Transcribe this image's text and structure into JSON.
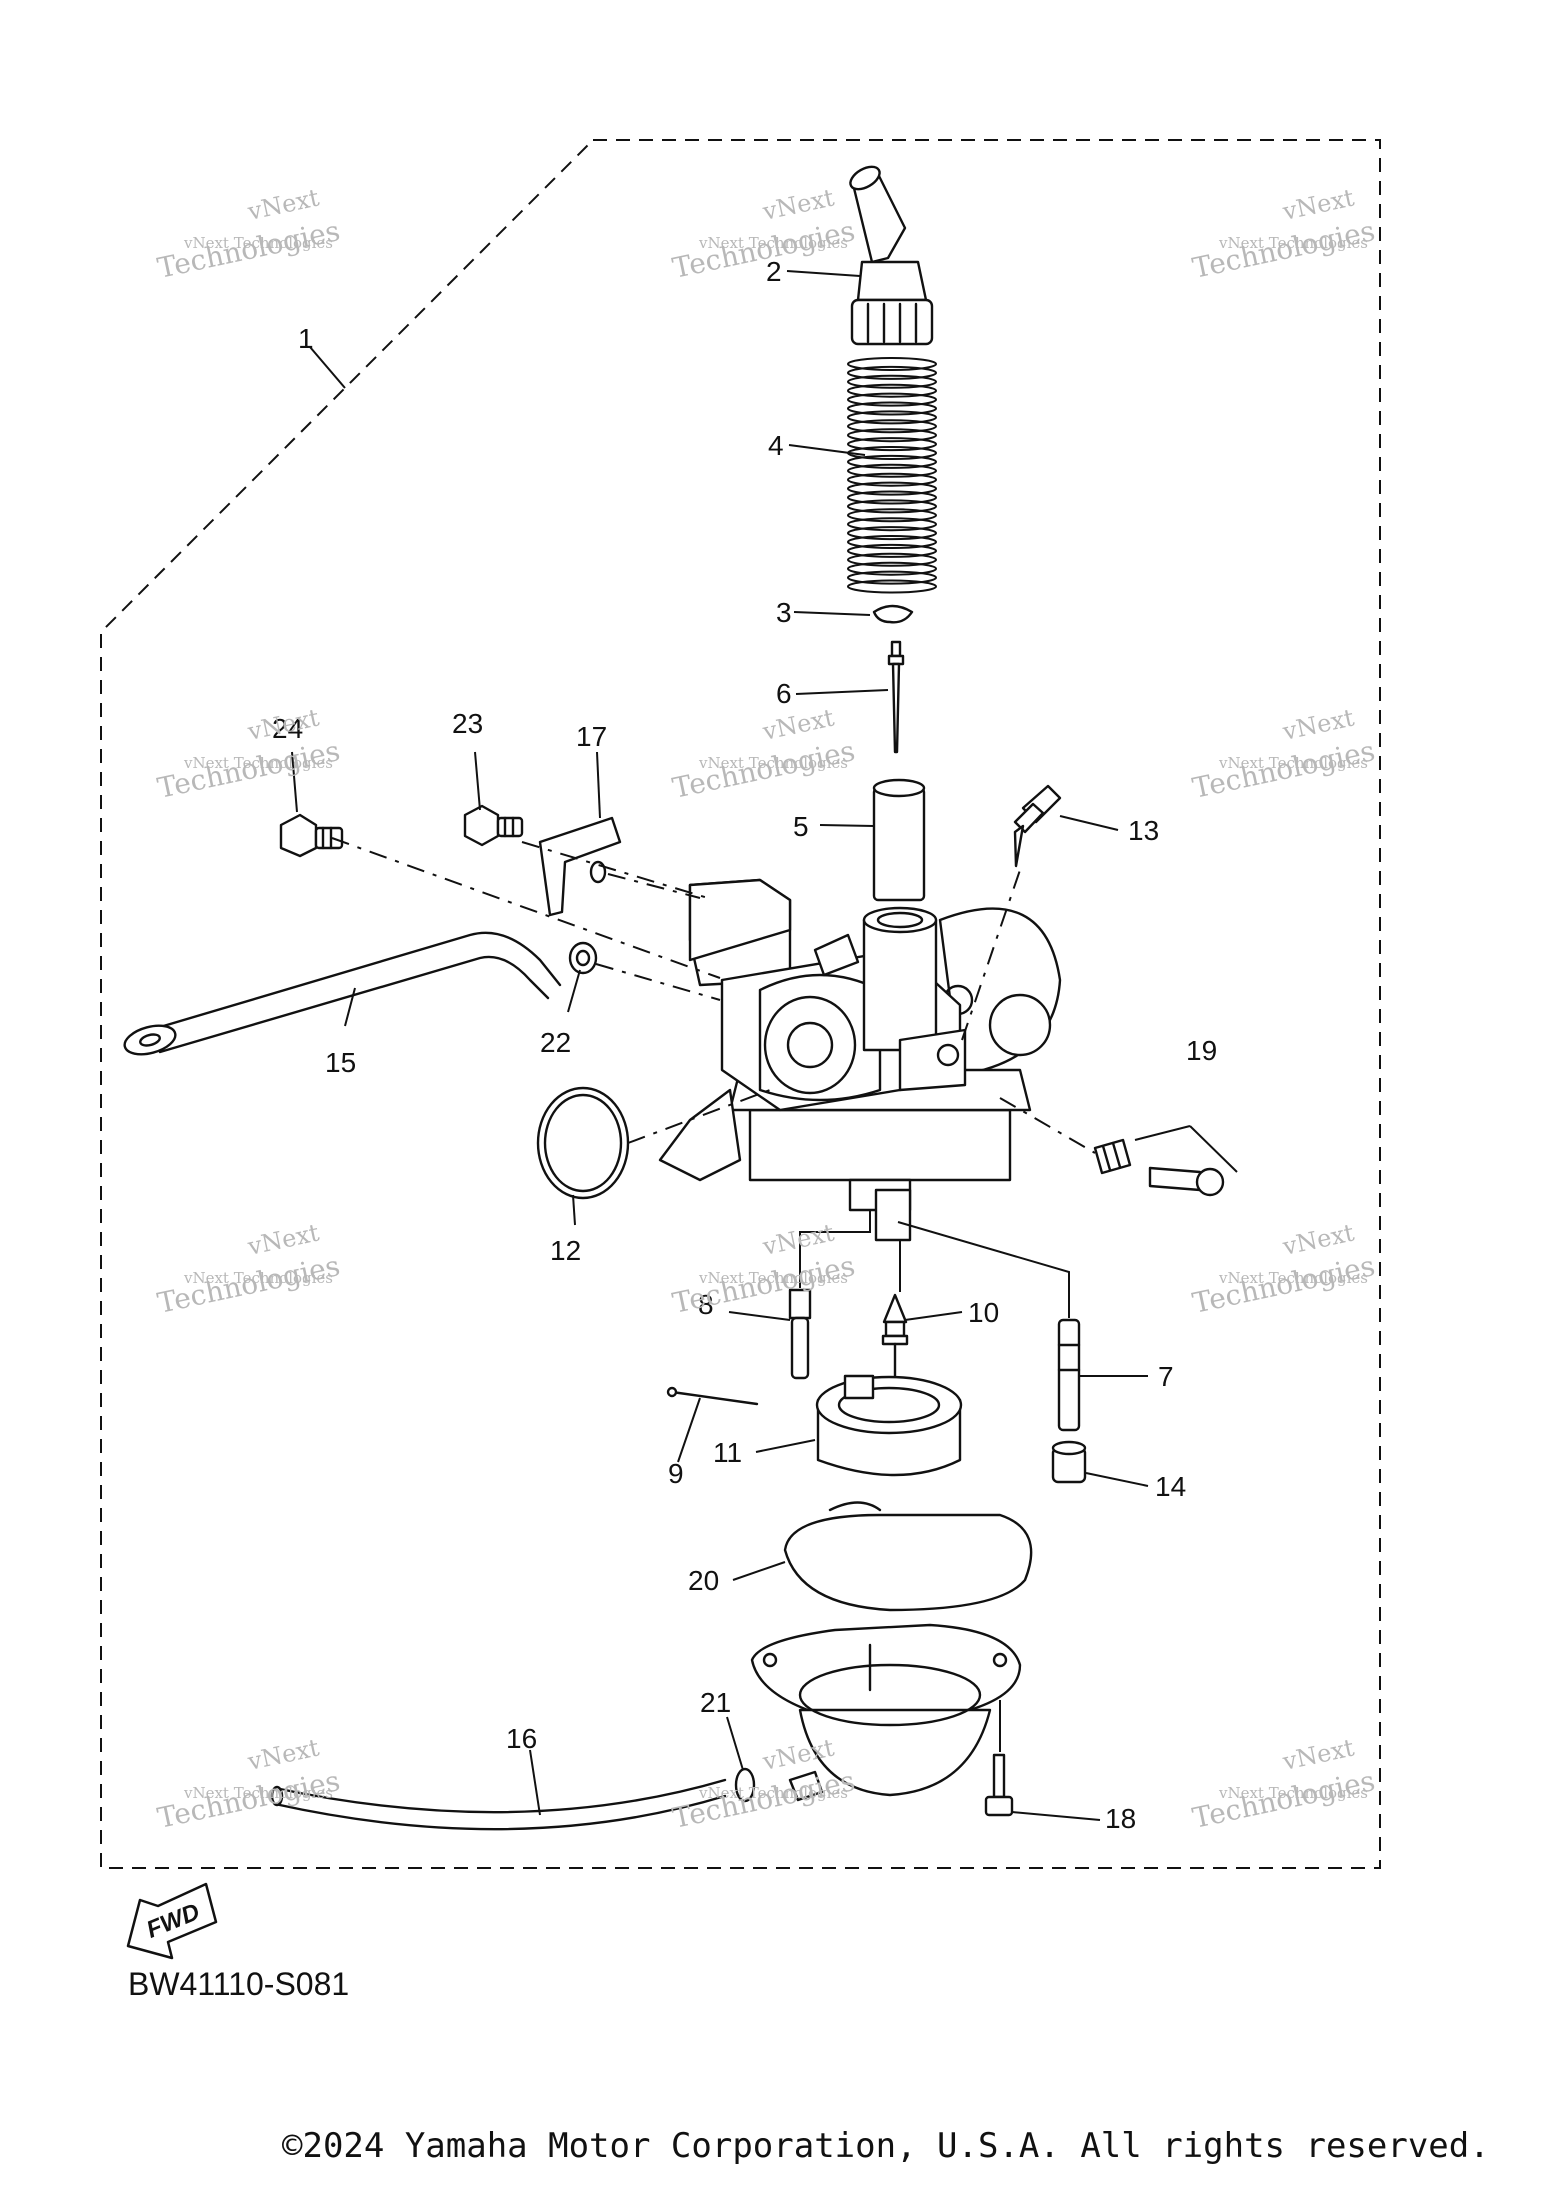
{
  "diagram": {
    "part_labels": [
      {
        "id": "1",
        "text": "1"
      },
      {
        "id": "2",
        "text": "2"
      },
      {
        "id": "3",
        "text": "3"
      },
      {
        "id": "4",
        "text": "4"
      },
      {
        "id": "5",
        "text": "5"
      },
      {
        "id": "6",
        "text": "6"
      },
      {
        "id": "7",
        "text": "7"
      },
      {
        "id": "8",
        "text": "8"
      },
      {
        "id": "9",
        "text": "9"
      },
      {
        "id": "10",
        "text": "10"
      },
      {
        "id": "11",
        "text": "11"
      },
      {
        "id": "12",
        "text": "12"
      },
      {
        "id": "13",
        "text": "13"
      },
      {
        "id": "14",
        "text": "14"
      },
      {
        "id": "15",
        "text": "15"
      },
      {
        "id": "16",
        "text": "16"
      },
      {
        "id": "17",
        "text": "17"
      },
      {
        "id": "18",
        "text": "18"
      },
      {
        "id": "19",
        "text": "19"
      },
      {
        "id": "20",
        "text": "20"
      },
      {
        "id": "21",
        "text": "21"
      },
      {
        "id": "22",
        "text": "22"
      },
      {
        "id": "23",
        "text": "23"
      },
      {
        "id": "24",
        "text": "24"
      }
    ],
    "fwd_label": "FWD",
    "diagram_code": "BW41110-S081",
    "copyright": "©2024 Yamaha Motor Corporation, U.S.A. All rights reserved.",
    "watermark": {
      "line1": "vNext",
      "line2": "vNext Technologies",
      "line3": "Technologies"
    }
  }
}
